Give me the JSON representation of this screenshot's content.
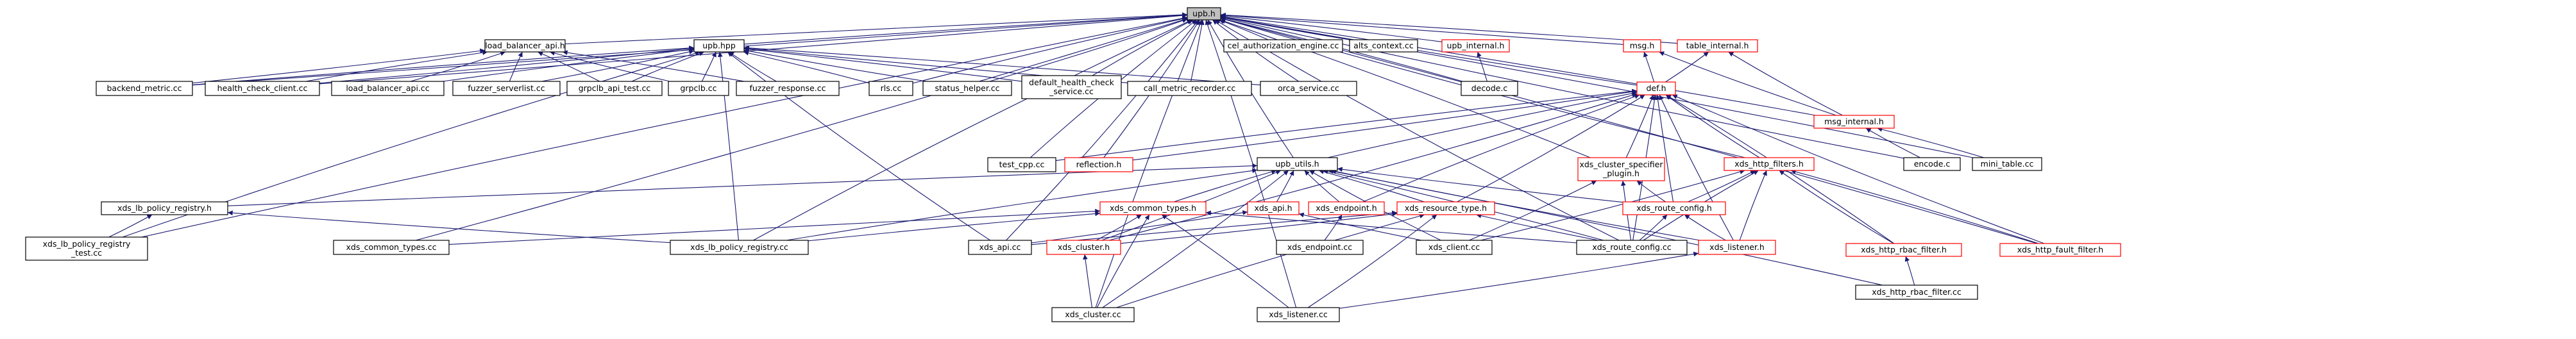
{
  "colors": {
    "edge": "#191970",
    "border": "#000000",
    "border_incomplete": "#ff0000",
    "focus_fill": "#bfbfbf",
    "background": "#ffffff"
  },
  "nodes": [
    {
      "id": "upb_h",
      "label": [
        "upb.h"
      ],
      "focus": true
    },
    {
      "id": "load_balancer_api_h",
      "label": [
        "load_balancer_api.h"
      ]
    },
    {
      "id": "upb_hpp",
      "label": [
        "upb.hpp"
      ]
    },
    {
      "id": "cel_authz",
      "label": [
        "cel_authorization_engine.cc"
      ]
    },
    {
      "id": "alts_context",
      "label": [
        "alts_context.cc"
      ]
    },
    {
      "id": "upb_internal_h",
      "label": [
        "upb_internal.h"
      ],
      "red": true
    },
    {
      "id": "msg_h",
      "label": [
        "msg.h"
      ],
      "red": true
    },
    {
      "id": "table_internal_h",
      "label": [
        "table_internal.h"
      ],
      "red": true
    },
    {
      "id": "backend_metric",
      "label": [
        "backend_metric.cc"
      ]
    },
    {
      "id": "health_check_client",
      "label": [
        "health_check_client.cc"
      ]
    },
    {
      "id": "load_balancer_api_cc",
      "label": [
        "load_balancer_api.cc"
      ]
    },
    {
      "id": "fuzzer_serverlist",
      "label": [
        "fuzzer_serverlist.cc"
      ]
    },
    {
      "id": "grpclb_api_test",
      "label": [
        "grpclb_api_test.cc"
      ]
    },
    {
      "id": "grpclb_cc",
      "label": [
        "grpclb.cc"
      ]
    },
    {
      "id": "fuzzer_response",
      "label": [
        "fuzzer_response.cc"
      ]
    },
    {
      "id": "rls_cc",
      "label": [
        "rls.cc"
      ]
    },
    {
      "id": "status_helper",
      "label": [
        "status_helper.cc"
      ]
    },
    {
      "id": "default_health",
      "label": [
        "default_health_check",
        "_service.cc"
      ]
    },
    {
      "id": "call_metric",
      "label": [
        "call_metric_recorder.cc"
      ]
    },
    {
      "id": "orca_service",
      "label": [
        "orca_service.cc"
      ]
    },
    {
      "id": "decode_c",
      "label": [
        "decode.c"
      ]
    },
    {
      "id": "def_h",
      "label": [
        "def.h"
      ],
      "red": true
    },
    {
      "id": "msg_internal_h",
      "label": [
        "msg_internal.h"
      ],
      "red": true
    },
    {
      "id": "encode_c",
      "label": [
        "encode.c"
      ]
    },
    {
      "id": "mini_table",
      "label": [
        "mini_table.cc"
      ]
    },
    {
      "id": "test_cpp",
      "label": [
        "test_cpp.cc"
      ]
    },
    {
      "id": "reflection_h",
      "label": [
        "reflection.h"
      ],
      "red": true
    },
    {
      "id": "upb_utils_h",
      "label": [
        "upb_utils.h"
      ]
    },
    {
      "id": "xds_cluster_specifier_plugin_h",
      "label": [
        "xds_cluster_specifier",
        "_plugin.h"
      ],
      "red": true
    },
    {
      "id": "xds_http_filters_h",
      "label": [
        "xds_http_filters.h"
      ],
      "red": true
    },
    {
      "id": "xds_lb_policy_registry_h",
      "label": [
        "xds_lb_policy_registry.h"
      ]
    },
    {
      "id": "xds_common_types_h",
      "label": [
        "xds_common_types.h"
      ],
      "red": true
    },
    {
      "id": "xds_api_h",
      "label": [
        "xds_api.h"
      ],
      "red": true
    },
    {
      "id": "xds_endpoint_h",
      "label": [
        "xds_endpoint.h"
      ],
      "red": true
    },
    {
      "id": "xds_resource_type_h",
      "label": [
        "xds_resource_type.h"
      ],
      "red": true
    },
    {
      "id": "xds_route_config_h",
      "label": [
        "xds_route_config.h"
      ],
      "red": true
    },
    {
      "id": "xds_http_rbac_filter_h",
      "label": [
        "xds_http_rbac_filter.h"
      ],
      "red": true
    },
    {
      "id": "xds_http_fault_filter_h",
      "label": [
        "xds_http_fault_filter.h"
      ],
      "red": true
    },
    {
      "id": "xds_lb_policy_registry_test",
      "label": [
        "xds_lb_policy_registry",
        "_test.cc"
      ]
    },
    {
      "id": "xds_common_types_cc",
      "label": [
        "xds_common_types.cc"
      ]
    },
    {
      "id": "xds_lb_policy_registry_cc",
      "label": [
        "xds_lb_policy_registry.cc"
      ]
    },
    {
      "id": "xds_api_cc",
      "label": [
        "xds_api.cc"
      ]
    },
    {
      "id": "xds_cluster_h",
      "label": [
        "xds_cluster.h"
      ],
      "red": true
    },
    {
      "id": "xds_endpoint_cc",
      "label": [
        "xds_endpoint.cc"
      ]
    },
    {
      "id": "xds_client_cc",
      "label": [
        "xds_client.cc"
      ]
    },
    {
      "id": "xds_route_config_cc",
      "label": [
        "xds_route_config.cc"
      ]
    },
    {
      "id": "xds_listener_h",
      "label": [
        "xds_listener.h"
      ],
      "red": true
    },
    {
      "id": "xds_http_rbac_filter_cc",
      "label": [
        "xds_http_rbac_filter.cc"
      ]
    },
    {
      "id": "xds_cluster_cc",
      "label": [
        "xds_cluster.cc"
      ]
    },
    {
      "id": "xds_listener_cc",
      "label": [
        "xds_listener.cc"
      ]
    }
  ],
  "edges": [
    [
      "upb_h",
      "load_balancer_api_h"
    ],
    [
      "upb_h",
      "upb_hpp"
    ],
    [
      "upb_h",
      "cel_authz"
    ],
    [
      "upb_h",
      "alts_context"
    ],
    [
      "upb_h",
      "upb_internal_h"
    ],
    [
      "upb_h",
      "msg_h"
    ],
    [
      "upb_h",
      "table_internal_h"
    ],
    [
      "upb_h",
      "backend_metric"
    ],
    [
      "upb_h",
      "health_check_client"
    ],
    [
      "upb_h",
      "rls_cc"
    ],
    [
      "upb_h",
      "status_helper"
    ],
    [
      "upb_h",
      "default_health"
    ],
    [
      "upb_h",
      "call_metric"
    ],
    [
      "upb_h",
      "orca_service"
    ],
    [
      "upb_h",
      "decode_c"
    ],
    [
      "upb_h",
      "def_h"
    ],
    [
      "upb_h",
      "msg_internal_h"
    ],
    [
      "upb_h",
      "encode_c"
    ],
    [
      "upb_h",
      "mini_table"
    ],
    [
      "upb_h",
      "test_cpp"
    ],
    [
      "upb_h",
      "reflection_h"
    ],
    [
      "upb_h",
      "upb_utils_h"
    ],
    [
      "upb_h",
      "xds_cluster_specifier_plugin_h"
    ],
    [
      "upb_h",
      "xds_http_filters_h"
    ],
    [
      "upb_h",
      "xds_http_fault_filter_h"
    ],
    [
      "upb_h",
      "xds_lb_policy_registry_test"
    ],
    [
      "upb_h",
      "xds_common_types_cc"
    ],
    [
      "upb_h",
      "xds_lb_policy_registry_cc"
    ],
    [
      "upb_h",
      "xds_api_cc"
    ],
    [
      "upb_h",
      "xds_route_config_cc"
    ],
    [
      "upb_h",
      "xds_listener_cc"
    ],
    [
      "upb_h",
      "xds_cluster_cc"
    ],
    [
      "load_balancer_api_h",
      "backend_metric"
    ],
    [
      "load_balancer_api_h",
      "health_check_client"
    ],
    [
      "load_balancer_api_h",
      "load_balancer_api_cc"
    ],
    [
      "load_balancer_api_h",
      "fuzzer_serverlist"
    ],
    [
      "load_balancer_api_h",
      "grpclb_api_test"
    ],
    [
      "load_balancer_api_h",
      "grpclb_cc"
    ],
    [
      "load_balancer_api_h",
      "fuzzer_response"
    ],
    [
      "upb_hpp",
      "backend_metric"
    ],
    [
      "upb_hpp",
      "health_check_client"
    ],
    [
      "upb_hpp",
      "load_balancer_api_cc"
    ],
    [
      "upb_hpp",
      "fuzzer_serverlist"
    ],
    [
      "upb_hpp",
      "grpclb_api_test"
    ],
    [
      "upb_hpp",
      "grpclb_cc"
    ],
    [
      "upb_hpp",
      "fuzzer_response"
    ],
    [
      "upb_hpp",
      "rls_cc"
    ],
    [
      "upb_hpp",
      "status_helper"
    ],
    [
      "upb_hpp",
      "default_health"
    ],
    [
      "upb_hpp",
      "call_metric"
    ],
    [
      "upb_hpp",
      "orca_service"
    ],
    [
      "upb_hpp",
      "xds_lb_policy_registry_test"
    ],
    [
      "upb_hpp",
      "xds_lb_policy_registry_cc"
    ],
    [
      "upb_hpp",
      "xds_api_cc"
    ],
    [
      "upb_internal_h",
      "decode_c"
    ],
    [
      "msg_h",
      "msg_internal_h"
    ],
    [
      "msg_h",
      "def_h"
    ],
    [
      "table_internal_h",
      "msg_internal_h"
    ],
    [
      "table_internal_h",
      "def_h"
    ],
    [
      "msg_internal_h",
      "encode_c"
    ],
    [
      "msg_internal_h",
      "mini_table"
    ],
    [
      "def_h",
      "test_cpp"
    ],
    [
      "def_h",
      "reflection_h"
    ],
    [
      "def_h",
      "upb_utils_h"
    ],
    [
      "def_h",
      "xds_cluster_specifier_plugin_h"
    ],
    [
      "def_h",
      "xds_http_filters_h"
    ],
    [
      "def_h",
      "xds_http_rbac_filter_h"
    ],
    [
      "def_h",
      "xds_http_fault_filter_h"
    ],
    [
      "def_h",
      "xds_route_config_cc"
    ],
    [
      "def_h",
      "xds_listener_h"
    ],
    [
      "def_h",
      "xds_resource_type_h"
    ],
    [
      "def_h",
      "xds_route_config_h"
    ],
    [
      "def_h",
      "xds_cluster_h"
    ],
    [
      "def_h",
      "xds_endpoint_h"
    ],
    [
      "upb_utils_h",
      "xds_lb_policy_registry_h"
    ],
    [
      "upb_utils_h",
      "xds_common_types_h"
    ],
    [
      "upb_utils_h",
      "xds_api_h"
    ],
    [
      "upb_utils_h",
      "xds_endpoint_h"
    ],
    [
      "upb_utils_h",
      "xds_resource_type_h"
    ],
    [
      "upb_utils_h",
      "xds_route_config_h"
    ],
    [
      "upb_utils_h",
      "xds_http_rbac_filter_cc"
    ],
    [
      "upb_utils_h",
      "xds_client_cc"
    ],
    [
      "upb_utils_h",
      "xds_route_config_cc"
    ],
    [
      "upb_utils_h",
      "xds_listener_h"
    ],
    [
      "upb_utils_h",
      "xds_cluster_h"
    ],
    [
      "upb_utils_h",
      "xds_lb_policy_registry_cc"
    ],
    [
      "upb_utils_h",
      "xds_cluster_cc"
    ],
    [
      "xds_cluster_specifier_plugin_h",
      "xds_route_config_h"
    ],
    [
      "xds_cluster_specifier_plugin_h",
      "xds_client_cc"
    ],
    [
      "xds_cluster_specifier_plugin_h",
      "xds_route_config_cc"
    ],
    [
      "xds_http_filters_h",
      "xds_route_config_h"
    ],
    [
      "xds_http_filters_h",
      "xds_http_rbac_filter_h"
    ],
    [
      "xds_http_filters_h",
      "xds_http_fault_filter_h"
    ],
    [
      "xds_http_filters_h",
      "xds_listener_h"
    ],
    [
      "xds_http_filters_h",
      "xds_client_cc"
    ],
    [
      "xds_http_filters_h",
      "xds_route_config_cc"
    ],
    [
      "xds_lb_policy_registry_h",
      "xds_lb_policy_registry_test"
    ],
    [
      "xds_lb_policy_registry_h",
      "xds_lb_policy_registry_cc"
    ],
    [
      "xds_common_types_h",
      "xds_common_types_cc"
    ],
    [
      "xds_common_types_h",
      "xds_lb_policy_registry_cc"
    ],
    [
      "xds_common_types_h",
      "xds_cluster_h"
    ],
    [
      "xds_common_types_h",
      "xds_cluster_cc"
    ],
    [
      "xds_common_types_h",
      "xds_listener_cc"
    ],
    [
      "xds_common_types_h",
      "xds_route_config_cc"
    ],
    [
      "xds_api_h",
      "xds_api_cc"
    ],
    [
      "xds_api_h",
      "xds_client_cc"
    ],
    [
      "xds_endpoint_h",
      "xds_endpoint_cc"
    ],
    [
      "xds_resource_type_h",
      "xds_api_cc"
    ],
    [
      "xds_resource_type_h",
      "xds_cluster_h"
    ],
    [
      "xds_resource_type_h",
      "xds_route_config_cc"
    ],
    [
      "xds_resource_type_h",
      "xds_listener_cc"
    ],
    [
      "xds_resource_type_h",
      "xds_cluster_cc"
    ],
    [
      "xds_route_config_h",
      "xds_route_config_cc"
    ],
    [
      "xds_route_config_h",
      "xds_listener_h"
    ],
    [
      "xds_http_rbac_filter_h",
      "xds_http_rbac_filter_cc"
    ],
    [
      "xds_cluster_h",
      "xds_cluster_cc"
    ],
    [
      "xds_listener_h",
      "xds_listener_cc"
    ]
  ]
}
